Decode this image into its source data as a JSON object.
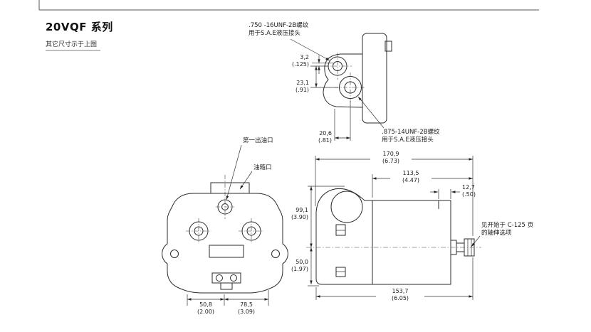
{
  "page": {
    "title": "20VQF 系列",
    "subtitle": "其它尺寸示于上图"
  },
  "detail_view": {
    "thread_750_line1": ".750 -16UNF-2B螺纹",
    "thread_750_line2": "用于S.A.E液压接头",
    "thread_875_line1": ".875-14UNF-2B螺纹",
    "thread_875_line2": "用于S.A.E液压接头",
    "dim_offset_mm": "3,2",
    "dim_offset_in": "(.125)",
    "dim_spacing_mm": "23,1",
    "dim_spacing_in": "(.91)",
    "dim_depth_mm": "20,6",
    "dim_depth_in": "(.81)"
  },
  "front_view": {
    "label_first_outlet": "第一出油口",
    "label_tank_port": "油箱口",
    "dim_left_mm": "50,8",
    "dim_left_in": "(2.00)",
    "dim_right_mm": "78,5",
    "dim_right_in": "(3.09)"
  },
  "side_view": {
    "dim_overall_mm": "170,9",
    "dim_overall_in": "(6.73)",
    "dim_body_mm": "113,5",
    "dim_body_in": "(4.47)",
    "dim_step_mm": "12,7",
    "dim_step_in": "(.50)",
    "dim_height_top_mm": "99,1",
    "dim_height_top_in": "(3.90)",
    "dim_height_bottom_mm": "50,0",
    "dim_height_bottom_in": "(1.97)",
    "dim_length_mm": "153,7",
    "dim_length_in": "(6.05)",
    "note_shaft_line1": "见开始于 C-125 页",
    "note_shaft_line2": "的轴伸选项"
  }
}
